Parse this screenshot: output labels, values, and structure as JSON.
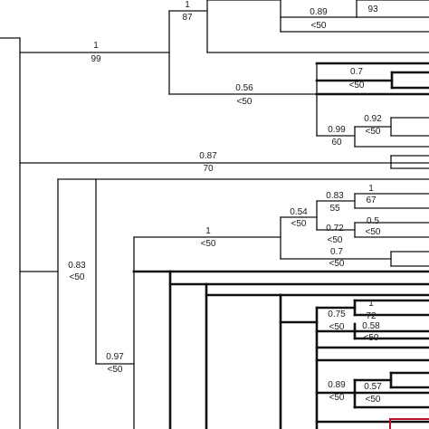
{
  "tree": {
    "line_color": "#111111",
    "highlight_color": "#c0142a",
    "labels": {
      "n01_top": "1",
      "n01_bot": "87",
      "n02_top": "0.89",
      "n02_bot": "<50",
      "n02_extra": "93",
      "n03_top": "1",
      "n03_bot": "99",
      "n04_top": "0.7",
      "n04_bot": "<50",
      "n05_top": "0.56",
      "n05_bot": "<50",
      "n06_top": "0.92",
      "n06_bot": "<50",
      "n07_top": "0.99",
      "n07_bot": "60",
      "n08_top": "0.87",
      "n08_bot": "70",
      "n09_top": "1",
      "n09_bot": "67",
      "n10_top": "0.83",
      "n10_bot": "55",
      "n11_top": "0.54",
      "n11_bot": "<50",
      "n12_top": "0.72",
      "n12_bot": "<50",
      "n13_top": "0.5",
      "n13_bot": "<50",
      "n14_top": "1",
      "n14_bot": "<50",
      "n15_top": "0.7",
      "n15_bot": "<50",
      "n16_top": "0.83",
      "n16_bot": "<50",
      "n17_top": "1",
      "n17_bot": "72",
      "n18_top": "0.75",
      "n18_bot": "<50",
      "n19_top": "0.58",
      "n19_bot": "<50",
      "n20_top": "0.97",
      "n20_bot": "<50",
      "n21_top": "0.57",
      "n21_bot": "<50",
      "n22_top": "0.89",
      "n22_bot": "<50"
    }
  }
}
